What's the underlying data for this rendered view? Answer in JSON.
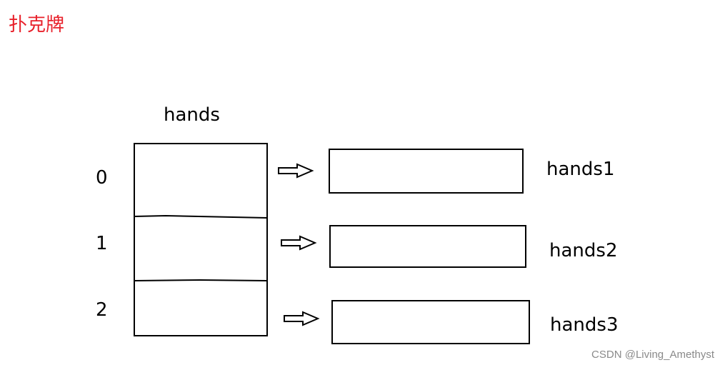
{
  "title": "扑克牌",
  "array": {
    "name": "hands",
    "indices": [
      "0",
      "1",
      "2"
    ]
  },
  "targets": [
    "hands1",
    "hands2",
    "hands3"
  ],
  "watermark": "CSDN @Living_Amethyst",
  "colors": {
    "title": "#e8202a",
    "stroke": "#000000",
    "watermark": "#8a8a8a"
  }
}
